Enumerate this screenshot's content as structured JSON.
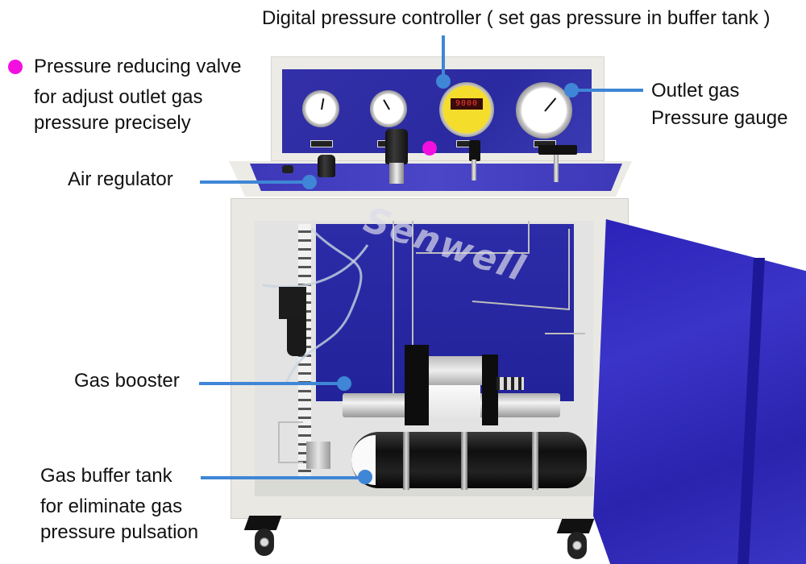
{
  "annotations": {
    "digital_pressure_controller": {
      "label": "Digital pressure controller ( set gas pressure in buffer tank )"
    },
    "pressure_reducing_valve": {
      "line1": "Pressure reducing valve",
      "line2": "for adjust outlet gas",
      "line3": "pressure precisely",
      "marker_color": "#f20fe0"
    },
    "outlet_gauge": {
      "line1": "Outlet gas",
      "line2": "Pressure gauge"
    },
    "air_regulator": {
      "label": "Air regulator"
    },
    "gas_booster": {
      "label": "Gas booster"
    },
    "gas_buffer_tank": {
      "line1": "Gas buffer tank",
      "line2": "for eliminate gas",
      "line3": "pressure pulsation"
    }
  },
  "machine": {
    "controller_display": "9000",
    "watermark": "Senwell",
    "panel_color": "#2d2ba6",
    "pointer_color": "#3f86d6"
  }
}
